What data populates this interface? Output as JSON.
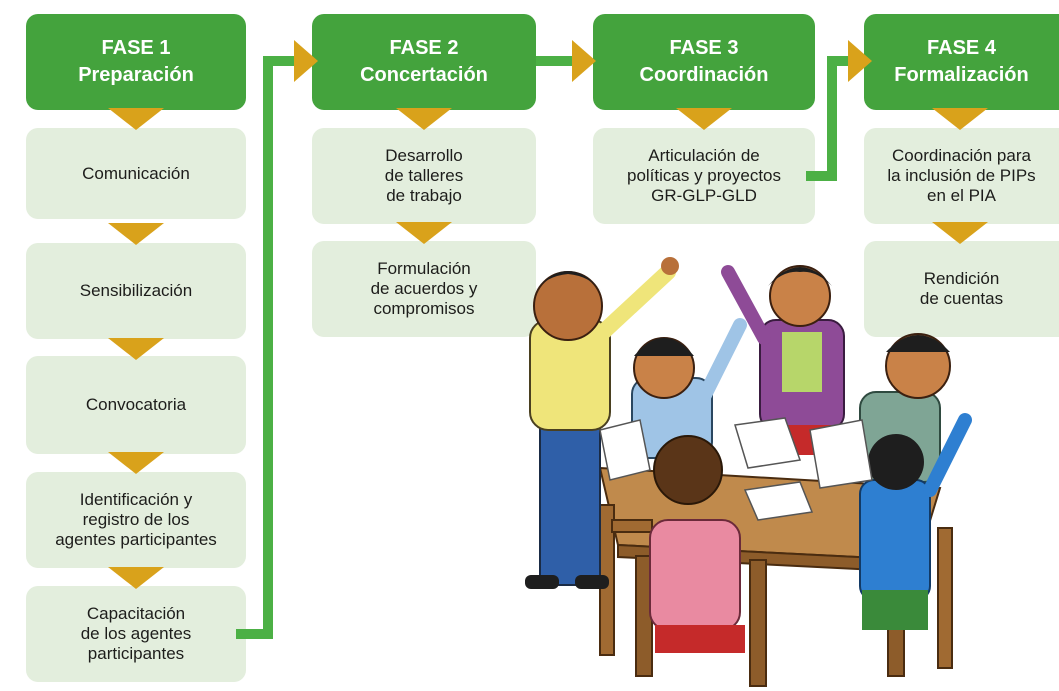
{
  "phases": [
    {
      "title": "FASE 1",
      "name": "Preparación"
    },
    {
      "title": "FASE 2",
      "name": "Concertación"
    },
    {
      "title": "FASE 3",
      "name": "Coordinación"
    },
    {
      "title": "FASE 4",
      "name": "Formalización"
    }
  ],
  "fase1_steps": [
    "Comunicación",
    "Sensibilización",
    "Convocatoria",
    "Identificación y\nregistro de los\nagentes participantes",
    "Capacitación\nde los agentes\nparticipantes"
  ],
  "fase2_steps": [
    "Desarrollo\nde talleres\nde trabajo",
    "Formulación\nde acuerdos y\ncompromisos"
  ],
  "fase3_steps": [
    "Articulación de\npolíticas y proyectos\nGR-GLP-GLD"
  ],
  "fase4_steps": [
    "Coordinación para\nla inclusión de PIPs\nen el PIA",
    "Rendición\nde cuentas"
  ],
  "colors": {
    "phase_green": "#44a33d",
    "step_bg": "#e3eedd",
    "arrow_gold": "#d9a21b",
    "connector_green": "#4cb045"
  },
  "illustration": "people-meeting-around-table"
}
